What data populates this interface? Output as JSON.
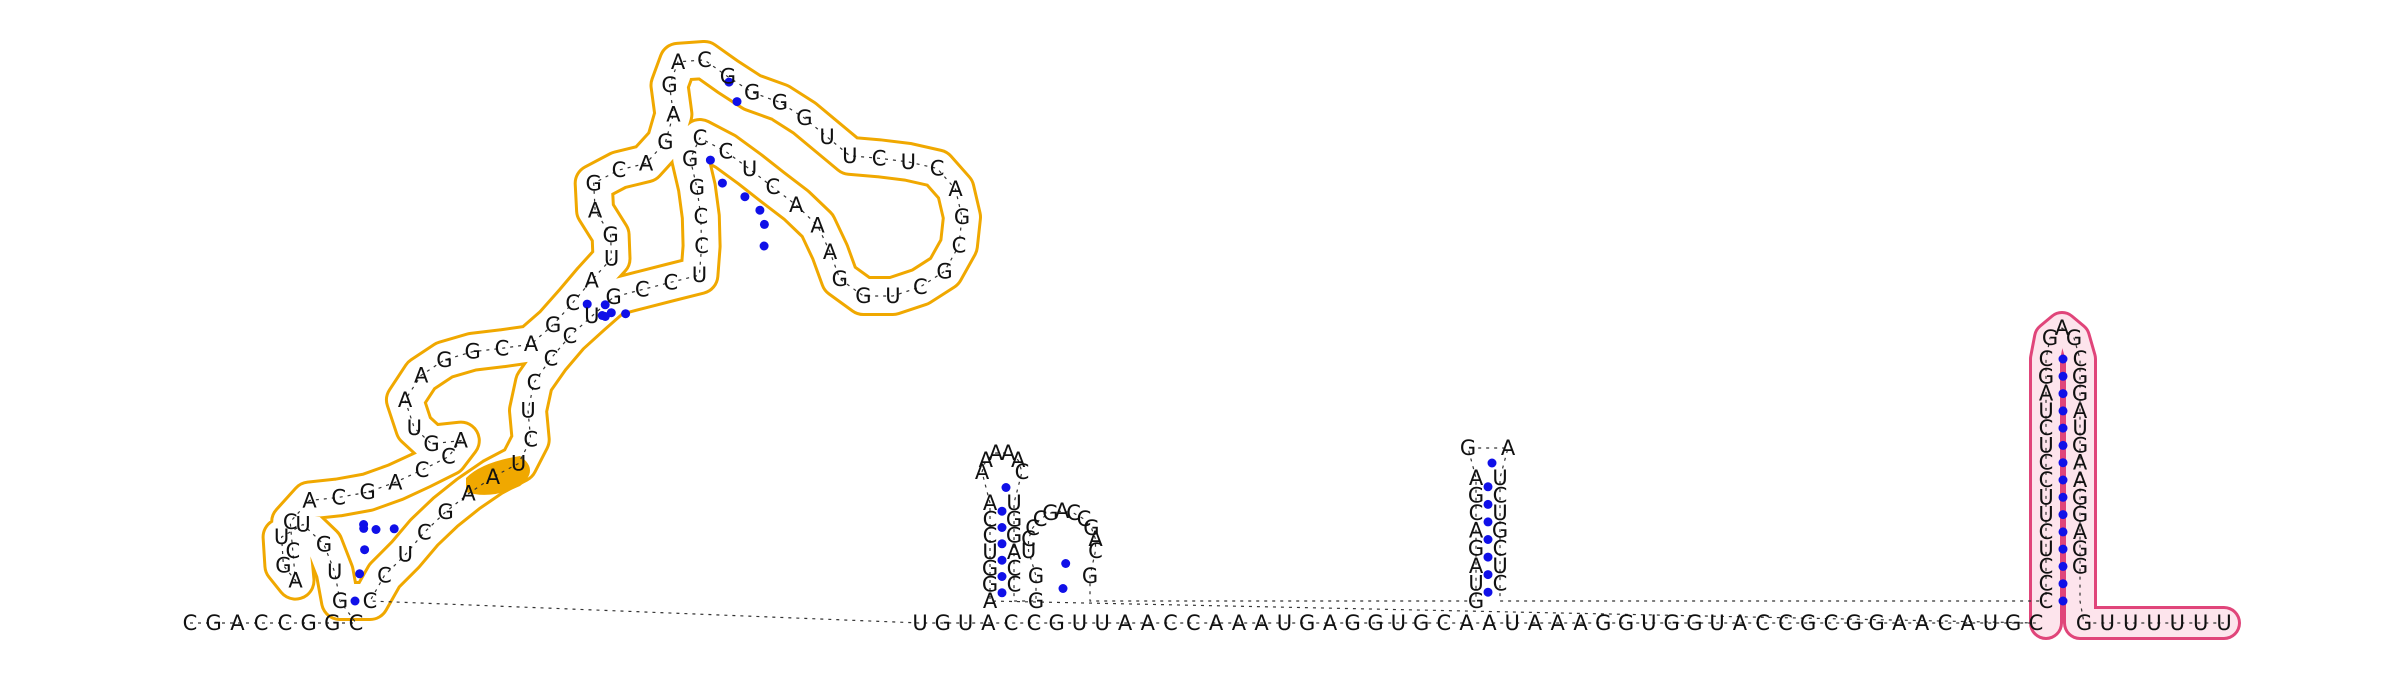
{
  "colors": {
    "background": "#ffffff",
    "nucleotide": "#111111",
    "backbone": "#333333",
    "base_pair": "#1010e8",
    "module_a": "#f0a800",
    "module_a_highlight": "#f5b400",
    "module_b_line": "#e0457a",
    "module_b_fill": "#fde4ec"
  },
  "modules": [
    {
      "name": "module-a",
      "label": "",
      "color": "#f0a800",
      "highlighted_nucleotides": "UCC"
    },
    {
      "name": "module-b",
      "label": "",
      "color": "#e0457a"
    }
  ],
  "segments": {
    "seg1": {
      "seq": "CGACCGGC"
    },
    "seg3": {
      "seq": "UGUACCGUUAACCAAAUGAGGUGCAAUAAAGGUGGUACCGCGGAACAUGC"
    },
    "seg4": {
      "seq": "GUUUUUU"
    },
    "ha": {
      "seq": "GUGUUGACCACGACCAGUAAGGCAGCAUGAGCAGAGACGGGGUUCUCAGCGCUGGAAACUCCGGCCUCCGUCCCUCUAAGCUCC"
    },
    "hb": {
      "seq": "AGGUCCAAAAAACUGGACC"
    },
    "hc": {
      "seq": "GGUCCCGACCGACG"
    },
    "hd": {
      "seq": "GUAGACGAGAUCUGCUC"
    },
    "he": {
      "seq": "CCCUCUUCCUCUAGCGAGCGGAUGAAGGAGG"
    }
  }
}
